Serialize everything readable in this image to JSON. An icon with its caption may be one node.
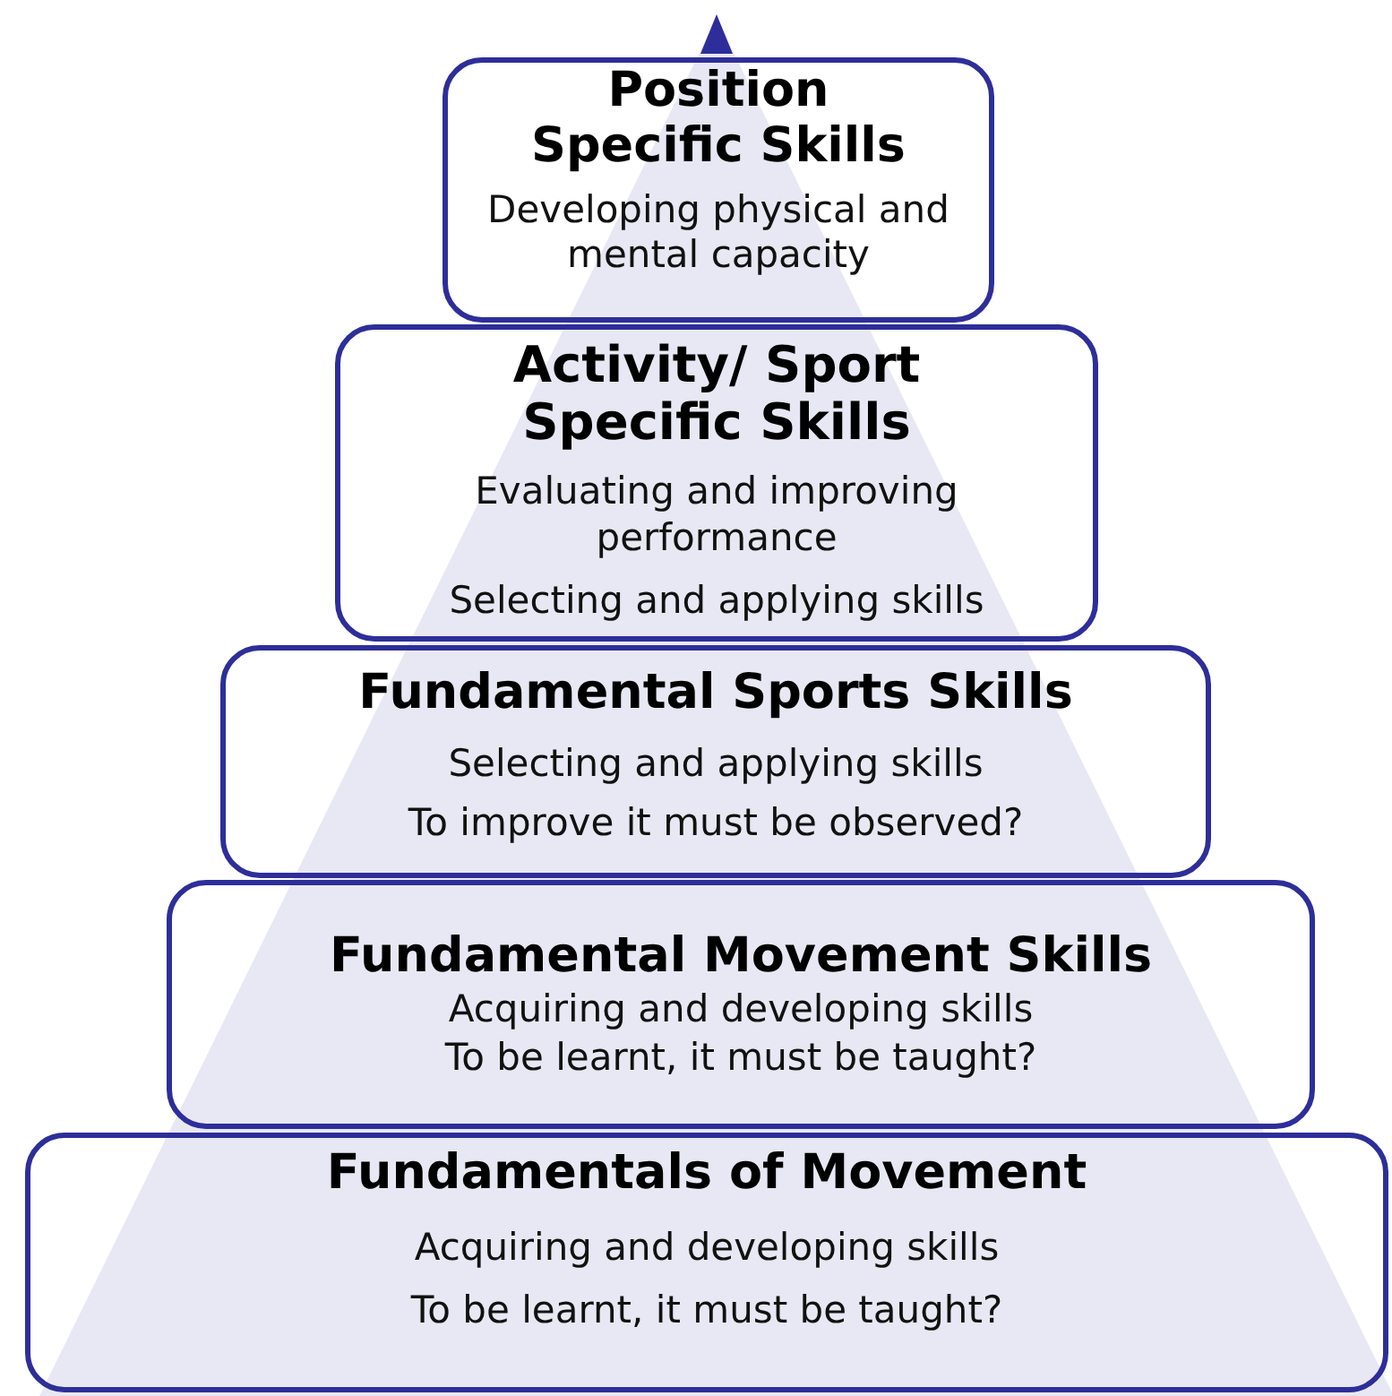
{
  "diagram": {
    "nodes": [
      {
        "text": [
          "Position Specific Skills",
          "Developing physical and mental capacity"
        ]
      },
      {
        "text": [
          "Activity/ Sport Specific Skills",
          "Evaluating and improving performance",
          "Selecting and applying skills"
        ]
      },
      {
        "text": [
          "Fundamental Sports Skills",
          "Selecting and applying skills",
          "To improve it must be observed?"
        ]
      },
      {
        "text": [
          "Fundamental Movement Skills",
          "Acquiring and developing skills",
          "To be learnt, it must be taught?"
        ]
      },
      {
        "text": [
          "Fundamentals of Movement",
          "Acquiring and developing skills",
          "To be learnt, it must be taught?"
        ]
      }
    ]
  }
}
